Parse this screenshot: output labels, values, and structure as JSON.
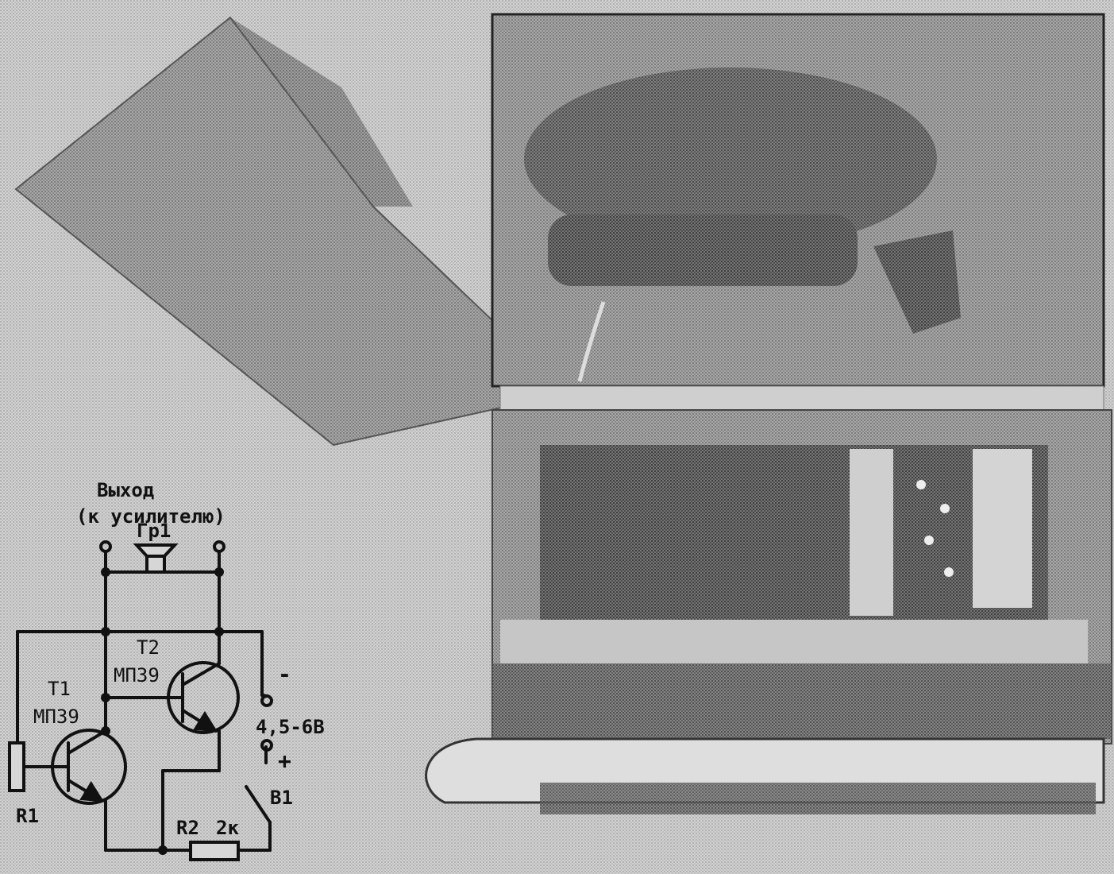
{
  "circuit": {
    "output_label": "Выход",
    "output_sublabel": "(к усилителю)",
    "headphone_label": "Гр1",
    "t1_ref": "Т1",
    "t1_type": "МП39",
    "t2_ref": "Т2",
    "t2_type": "МП39",
    "r1_ref": "R1",
    "r2_ref": "R2",
    "r2_value": "2к",
    "supply_minus": "-",
    "supply_voltage": "4,5-6В",
    "supply_plus": "+",
    "switch_ref": "В1"
  },
  "colors": {
    "paper": "#d6d6d6",
    "ink": "#111111",
    "photo_dark": "#4a4a4a",
    "photo_mid": "#8a8a8a",
    "photo_light": "#c8c8c8"
  }
}
